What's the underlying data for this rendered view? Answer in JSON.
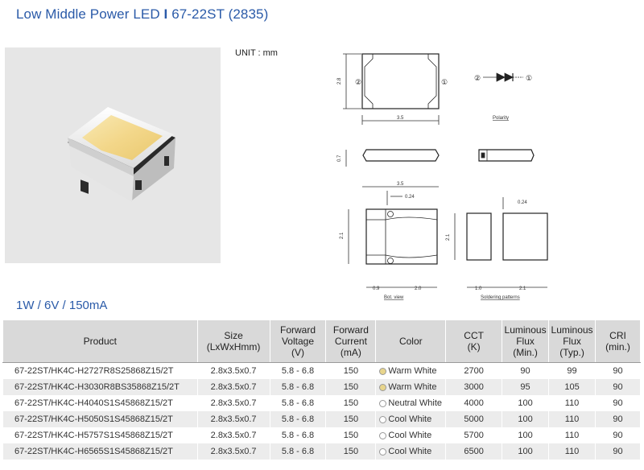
{
  "title": {
    "main": "Low Middle Power LED",
    "separator": "I",
    "model": "67-22ST (2835)"
  },
  "unit_label": "UNIT : mm",
  "spec_line": "1W / 6V / 150mA",
  "drawing": {
    "dim_35": "3.5",
    "dim_28": "2.8",
    "dim_07": "0.7",
    "dim_024": "0.24",
    "dim_21": "2.1",
    "dim_09": "0.9",
    "dim_20": "2.0",
    "dim_10": "1.0",
    "pin_2": "②",
    "pin_1": "①",
    "polarity_label": "Polarity",
    "bot_view_label": "Bot. view",
    "soldering_label": "Soldering patterns"
  },
  "table": {
    "headers": [
      "Product",
      "Size (LxWxHmm)",
      "Forward Voltage (V)",
      "Forward Current (mA)",
      "Color",
      "CCT (K)",
      "Luminous Flux (Min.)",
      "Luminous Flux (Typ.)",
      "CRI (min.)"
    ],
    "header_lines": [
      [
        "Product"
      ],
      [
        "Size",
        "(LxWxHmm)"
      ],
      [
        "Forward",
        "Voltage",
        "(V)"
      ],
      [
        "Forward",
        "Current",
        "(mA)"
      ],
      [
        "Color"
      ],
      [
        "CCT",
        "(K)"
      ],
      [
        "Luminous",
        "Flux",
        "(Min.)"
      ],
      [
        "Luminous",
        "Flux",
        "(Typ.)"
      ],
      [
        "CRI",
        "(min.)"
      ]
    ],
    "dot_colors": {
      "warm": "#e8d58c",
      "neutral": "#ffffff",
      "cool": "#ffffff"
    },
    "rows": [
      {
        "product": "67-22ST/HK4C-H2727R8S25868Z15/2T",
        "size": "2.8x3.5x0.7",
        "vf": "5.8 - 6.8",
        "if": "150",
        "color": "Warm White",
        "dot": "warm",
        "cct": "2700",
        "flux_min": "90",
        "flux_typ": "99",
        "cri": "90"
      },
      {
        "product": "67-22ST/HK4C-H3030R8BS35868Z15/2T",
        "size": "2.8x3.5x0.7",
        "vf": "5.8 - 6.8",
        "if": "150",
        "color": "Warm White",
        "dot": "warm",
        "cct": "3000",
        "flux_min": "95",
        "flux_typ": "105",
        "cri": "90"
      },
      {
        "product": "67-22ST/HK4C-H4040S1S45868Z15/2T",
        "size": "2.8x3.5x0.7",
        "vf": "5.8 - 6.8",
        "if": "150",
        "color": "Neutral White",
        "dot": "neutral",
        "cct": "4000",
        "flux_min": "100",
        "flux_typ": "110",
        "cri": "90"
      },
      {
        "product": "67-22ST/HK4C-H5050S1S45868Z15/2T",
        "size": "2.8x3.5x0.7",
        "vf": "5.8 - 6.8",
        "if": "150",
        "color": "Cool White",
        "dot": "cool",
        "cct": "5000",
        "flux_min": "100",
        "flux_typ": "110",
        "cri": "90"
      },
      {
        "product": "67-22ST/HK4C-H5757S1S45868Z15/2T",
        "size": "2.8x3.5x0.7",
        "vf": "5.8 - 6.8",
        "if": "150",
        "color": "Cool White",
        "dot": "cool",
        "cct": "5700",
        "flux_min": "100",
        "flux_typ": "110",
        "cri": "90"
      },
      {
        "product": "67-22ST/HK4C-H6565S1S45868Z15/2T",
        "size": "2.8x3.5x0.7",
        "vf": "5.8 - 6.8",
        "if": "150",
        "color": "Cool White",
        "dot": "cool",
        "cct": "6500",
        "flux_min": "100",
        "flux_typ": "110",
        "cri": "90"
      }
    ]
  }
}
